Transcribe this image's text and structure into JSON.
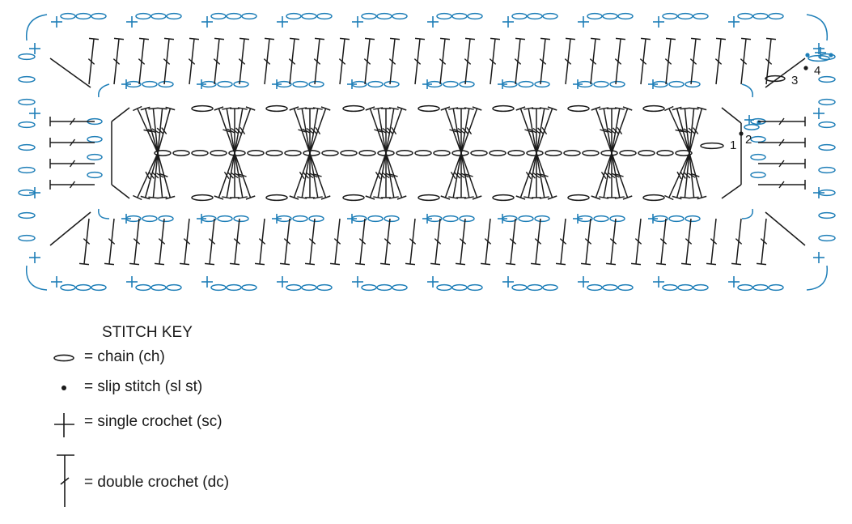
{
  "diagram": {
    "round_labels": [
      "1",
      "2",
      "3",
      "4"
    ],
    "colors": {
      "ink": "#1a1a1a",
      "accent": "#1f7fb8"
    }
  },
  "stitch_key": {
    "title": "STITCH KEY",
    "items": [
      {
        "symbol": "chain-icon",
        "label": "= chain (ch)"
      },
      {
        "symbol": "slip-stitch-icon",
        "label": "= slip stitch (sl st)"
      },
      {
        "symbol": "single-crochet-icon",
        "label": "= single crochet (sc)"
      },
      {
        "symbol": "double-crochet-icon",
        "label": "= double crochet (dc)"
      }
    ]
  }
}
